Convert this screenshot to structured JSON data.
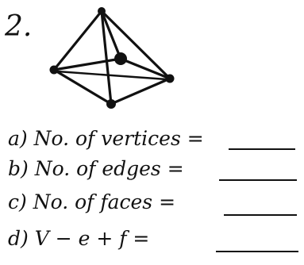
{
  "problem": {
    "number": "2."
  },
  "questions": [
    {
      "label": "a) No. of vertices ="
    },
    {
      "label": "b) No. of edges ="
    },
    {
      "label": "c) No. of faces ="
    },
    {
      "label": "d) V − e + f ="
    }
  ],
  "figure": {
    "shape": "square-pyramid-sketch"
  }
}
